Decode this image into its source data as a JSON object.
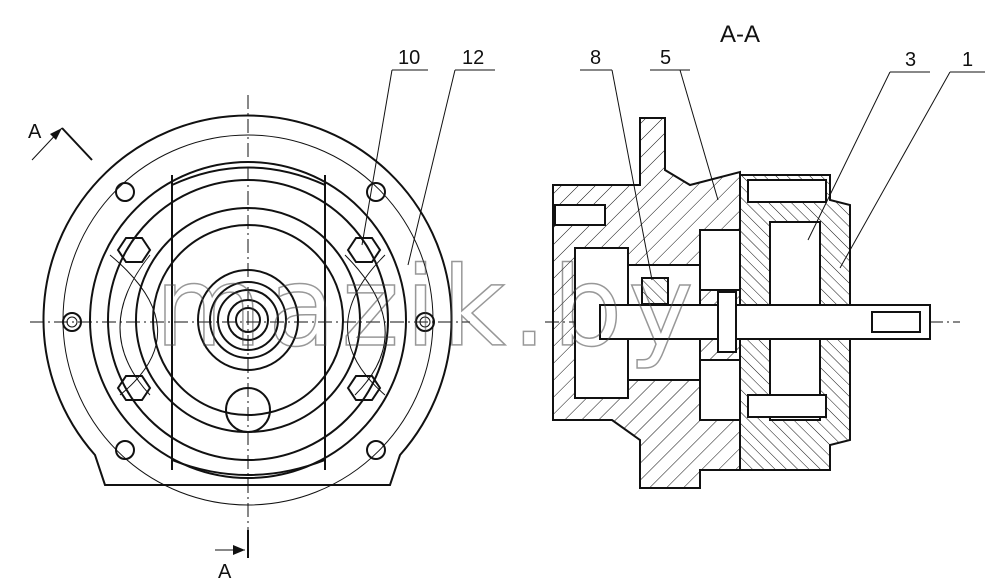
{
  "section_title": "A-A",
  "section_mark_top": "A",
  "section_mark_bottom": "A",
  "callouts": {
    "c10": "10",
    "c12": "12",
    "c8": "8",
    "c5": "5",
    "c3": "3",
    "c1": "1"
  },
  "watermark": "mazik.by"
}
